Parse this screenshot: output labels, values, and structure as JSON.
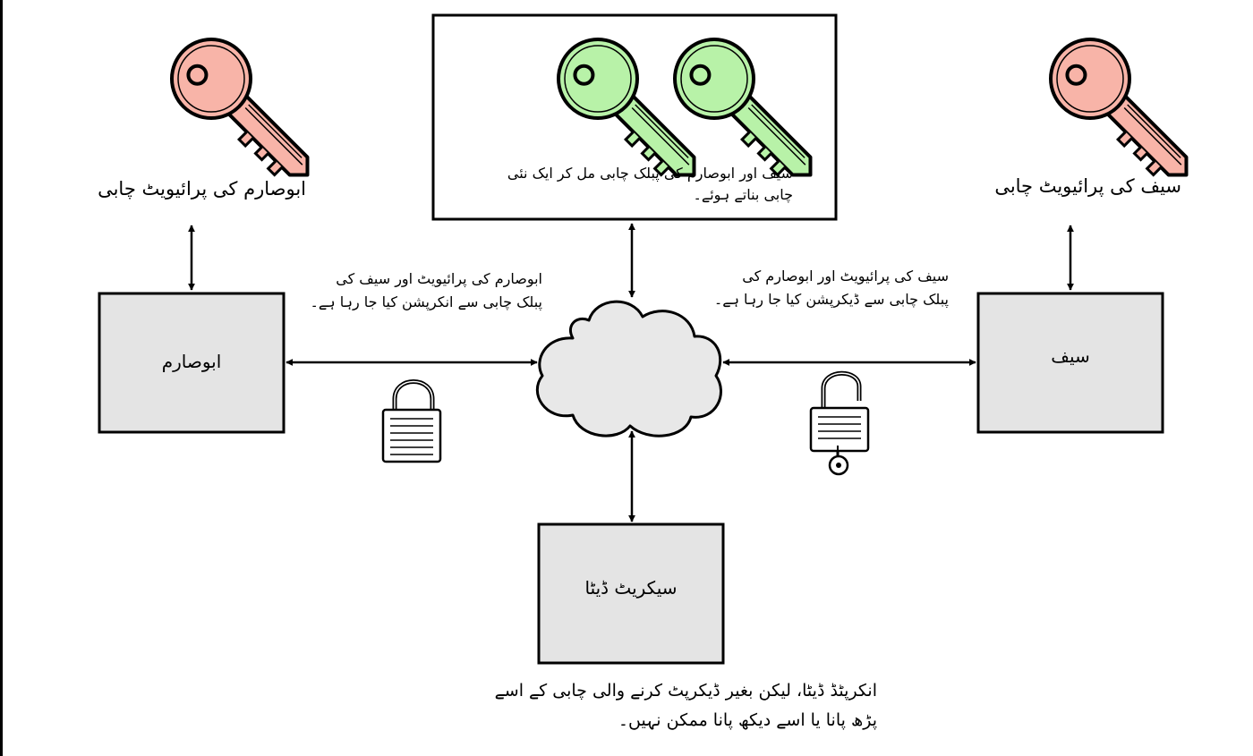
{
  "labels": {
    "abusarim_private_key": "ابوصارم کی پرائیویٹ چابی",
    "saif_private_key": "سیف کی پرائیویٹ چابی",
    "combined_key_line1": "سیف اور ابوصارم کی پبلک چابی مل کر ایک نئی",
    "combined_key_line2": "چابی بناتے ہوئے۔",
    "abusarim_encrypt_line1": "ابوصارم کی پرائیویٹ اور سیف کی",
    "abusarim_encrypt_line2": "پبلک چابی سے انکرپشن کیا جا رہا ہے۔",
    "saif_decrypt_line1": "سیف کی پرائیویٹ اور ابوصارم کی",
    "saif_decrypt_line2": "پبلک چابی سے ڈیکرپشن کیا جا رہا ہے۔",
    "encrypted_note_line1": "انکرپٹڈ ڈیٹا، لیکن بغیر ڈیکرپٹ کرنے والی چابی کے اسے",
    "encrypted_note_line2": "پڑھ پانا یا اسے دیکھ پانا ممکن نہیں۔"
  },
  "nodes": {
    "abusarim": "ابوصارم",
    "saif": "سیف",
    "secret_data": "سیکریٹ ڈیٹا"
  },
  "colors": {
    "private_key_fill": "#f8b4a8",
    "public_key_fill": "#b8f2a8",
    "box_fill": "#e4e4e4",
    "cloud_fill": "#e8e8e8",
    "stroke": "#000000"
  },
  "icons": {
    "private_key": "key-icon",
    "public_key": "key-icon",
    "locked": "closed-padlock-icon",
    "unlocked": "open-padlock-icon",
    "network": "cloud-icon"
  }
}
